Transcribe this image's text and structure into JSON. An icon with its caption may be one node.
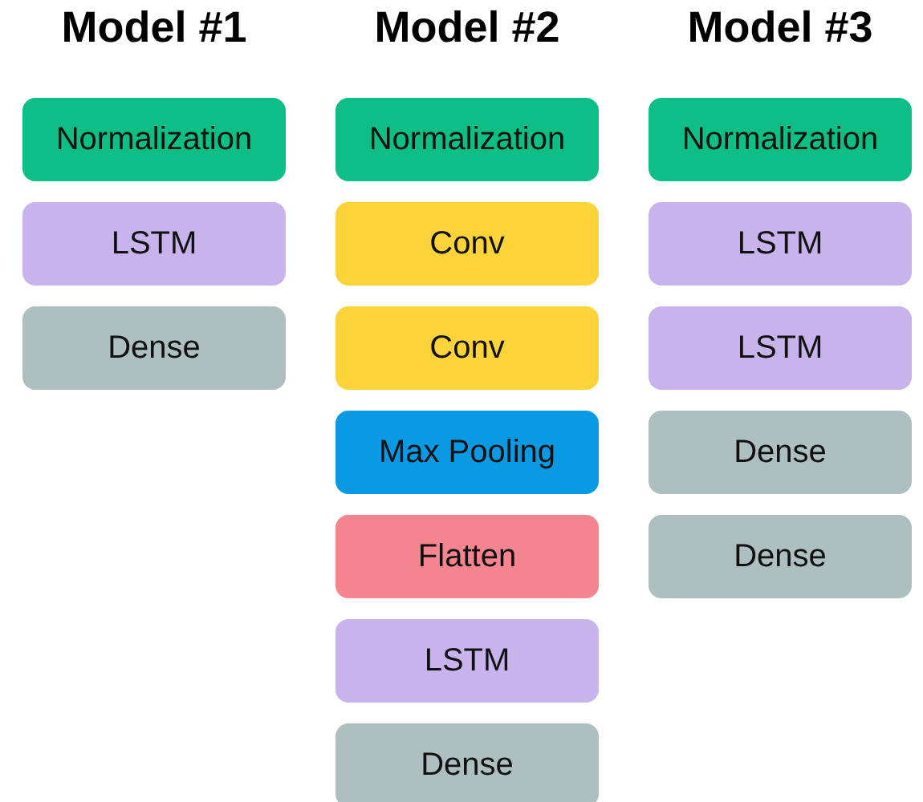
{
  "diagram": {
    "nodes": [
      {
        "text": [
          "Normalization"
        ]
      },
      {
        "text": [
          "LSTM"
        ]
      },
      {
        "text": [
          "Dense"
        ]
      },
      {
        "text": [
          "Normalization"
        ]
      },
      {
        "text": [
          "Conv"
        ]
      },
      {
        "text": [
          "Conv"
        ]
      },
      {
        "text": [
          "Max Pooling"
        ]
      },
      {
        "text": [
          "Flatten"
        ]
      },
      {
        "text": [
          "LSTM"
        ]
      },
      {
        "text": [
          "Dense"
        ]
      },
      {
        "text": [
          "Normalization"
        ]
      },
      {
        "text": [
          "LSTM"
        ]
      },
      {
        "text": [
          "LSTM"
        ]
      },
      {
        "text": [
          "Dense"
        ]
      },
      {
        "text": [
          "Dense"
        ]
      }
    ],
    "labels": [
      "Model #1",
      "Model #2",
      "Model #3"
    ]
  }
}
